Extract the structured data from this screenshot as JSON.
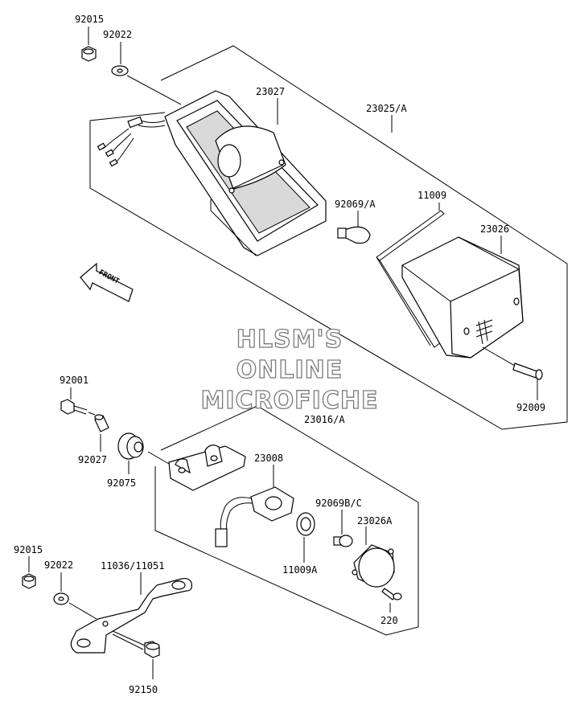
{
  "labels": {
    "l92015a": "92015",
    "l92022a": "92022",
    "l23027": "23027",
    "l23025": "23025/A",
    "l92069a": "92069/A",
    "l11009": "11009",
    "l23026": "23026",
    "l92009": "92009",
    "l92001": "92001",
    "l92027": "92027",
    "l92075": "92075",
    "l23016": "23016/A",
    "l23008": "23008",
    "l92069b": "92069B/C",
    "l23026a": "23026A",
    "l11009a": "11009A",
    "l220": "220",
    "l92015b": "92015",
    "l92022b": "92022",
    "l11036": "11036/11051",
    "l92150": "92150"
  },
  "front_arrow": {
    "text": "FRONT"
  },
  "watermark": {
    "line1": "HLSM'S",
    "line2": "ONLINE",
    "line3": "MICROFICHE"
  },
  "colors": {
    "ink": "#000000",
    "watermark_outline": "#7a7a7a",
    "background": "#ffffff"
  }
}
